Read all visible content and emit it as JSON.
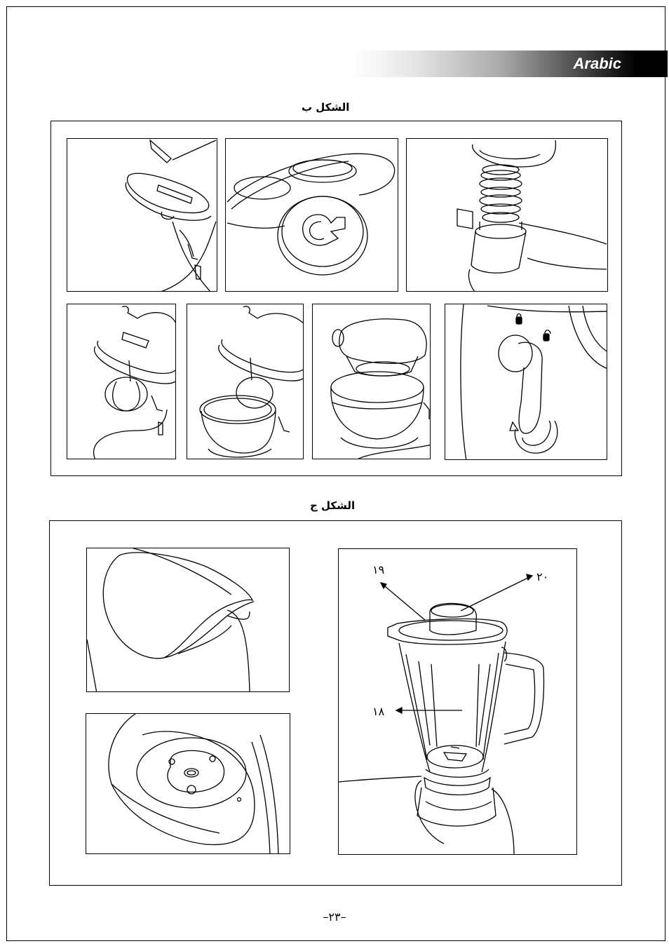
{
  "header": {
    "language_label": "Arabic"
  },
  "figure_b": {
    "caption": "الشكل ب",
    "panels": [
      {
        "icon": "head-lift-icon"
      },
      {
        "icon": "speed-socket-icon"
      },
      {
        "icon": "drive-shaft-icon"
      },
      {
        "icon": "beater-attach-icon"
      },
      {
        "icon": "bowl-insert-icon"
      },
      {
        "icon": "head-lowered-icon"
      },
      {
        "icon": "lock-lever-icon"
      }
    ]
  },
  "figure_c": {
    "caption": "الشكل ج",
    "panels": [
      {
        "icon": "socket-cover-icon"
      },
      {
        "icon": "blender-socket-icon"
      },
      {
        "icon": "blender-jug-icon"
      }
    ],
    "callouts": {
      "c18": "١٨",
      "c19": "١٩",
      "c20": "٢٠"
    }
  },
  "footer": {
    "page_number": "–٢٣–"
  }
}
